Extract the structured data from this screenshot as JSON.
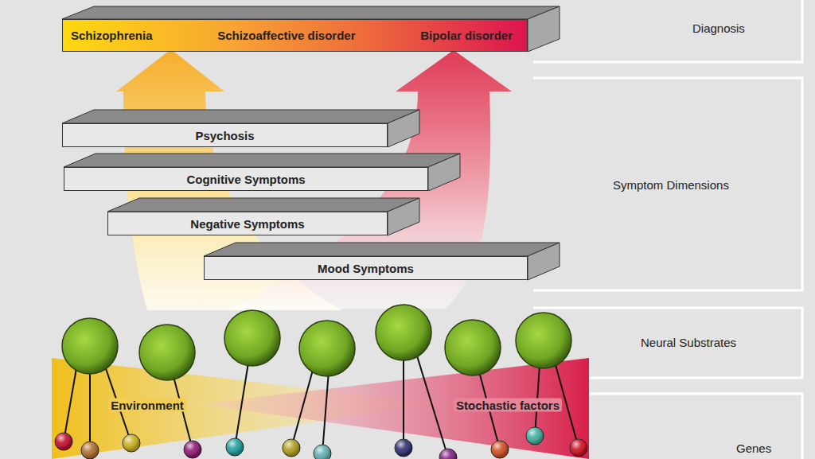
{
  "diagram": {
    "nodes": [
      {
        "text": [
          "Schizophrenia",
          "Schizoaffective disorder",
          "Bipolar disorder"
        ]
      },
      {
        "text": [
          "Psychosis"
        ]
      },
      {
        "text": [
          "Cognitive Symptoms"
        ]
      },
      {
        "text": [
          "Negative Symptoms"
        ]
      },
      {
        "text": [
          "Mood Symptoms"
        ]
      },
      {
        "text": [
          "Environment"
        ]
      },
      {
        "text": [
          "Stochastic factors"
        ]
      }
    ],
    "labels": [
      "Diagnosis",
      "Symptom Dimensions",
      "Neural Substrates",
      "Genes"
    ]
  }
}
